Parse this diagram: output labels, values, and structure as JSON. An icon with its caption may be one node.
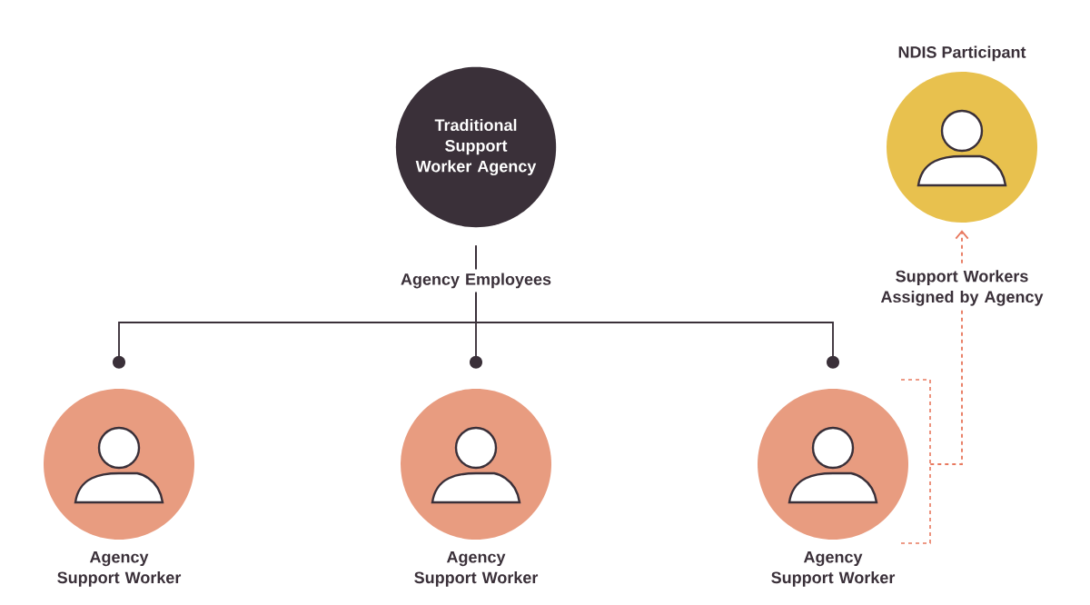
{
  "diagram": {
    "nodes": [
      {
        "text": [
          "Traditional Support Worker Agency"
        ]
      },
      {
        "text": [
          "NDIS Participant"
        ]
      },
      {
        "text": [
          "Agency Support Worker"
        ]
      },
      {
        "text": [
          "Agency Support Worker"
        ]
      },
      {
        "text": [
          "Agency Support Worker"
        ]
      }
    ],
    "edges": [
      {
        "from": 0,
        "to": 2,
        "arrow": "other"
      },
      {
        "from": 0,
        "to": 3,
        "arrow": "other",
        "label": "Agency Employees"
      },
      {
        "from": 0,
        "to": 4,
        "arrow": "other"
      },
      {
        "from": 4,
        "to": 1,
        "arrow": "to",
        "style": "dashed",
        "color": "#e8795f",
        "label": "Support Workers Assigned by Agency"
      }
    ]
  }
}
